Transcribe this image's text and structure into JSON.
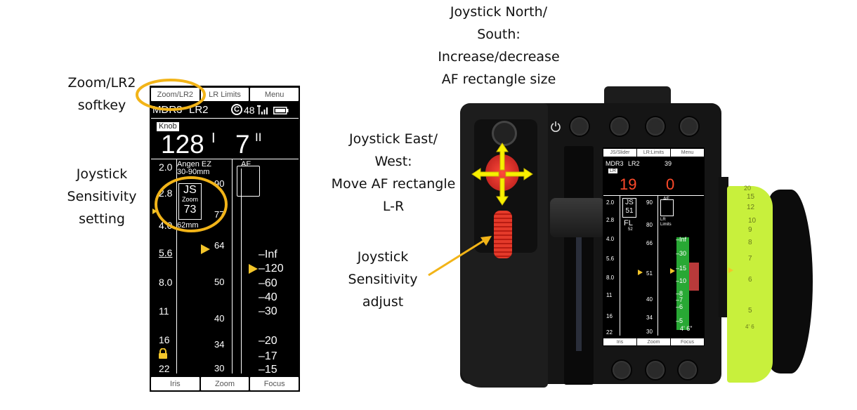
{
  "annotations": {
    "zoom_lr2": [
      "Zoom/LR2",
      "softkey"
    ],
    "sensitivity_setting": [
      "Joystick",
      "Sensitivity",
      "setting"
    ],
    "north_south": [
      "Joystick North/",
      "South:",
      "Increase/decrease",
      "AF rectangle size"
    ],
    "east_west": [
      "Joystick East/",
      "West:",
      "Move AF rectangle",
      "L-R"
    ],
    "sensitivity_adjust": [
      "Joystick",
      "Sensitivity",
      "adjust"
    ]
  },
  "colors": {
    "highlight": "#f2b418",
    "pointer_triangle": "#f3c52a",
    "distance_red": "#ff4a2a",
    "bar_green": "#28a834",
    "wheel_green": "#c8f03c"
  },
  "screen": {
    "softkeys_top": [
      "Zoom/LR2",
      "LR Limits",
      "Menu"
    ],
    "status": {
      "mode": "MDR3",
      "lr": "LR2",
      "channel_icon": "channel-icon",
      "channel": "48",
      "signal_icon": "signal-icon",
      "battery_icon": "battery-icon"
    },
    "knob_badge": "Knob",
    "distance": {
      "feet": "128",
      "feet_mark": "I",
      "inches": "7",
      "inches_mark": "II"
    },
    "lens": {
      "name": "Angen EZ",
      "range": "30-90mm",
      "current": "62mm"
    },
    "af_label": "AF",
    "js": {
      "label": "JS",
      "sub": "Zoom",
      "value": "73"
    },
    "iris_scale": [
      "2.0",
      "2.8",
      "4.0",
      "5.6",
      "8.0",
      "11",
      "16",
      "22"
    ],
    "zoom_scale": [
      "90",
      "77",
      "64",
      "50",
      "40",
      "34",
      "30"
    ],
    "focus_scale": [
      "–Inf",
      "–120",
      "–60",
      "–40",
      "–30",
      "–20",
      "–17",
      "–15"
    ],
    "lock_icon": "lock-icon",
    "softkeys_bottom": [
      "Iris",
      "Zoom",
      "Focus"
    ]
  },
  "device": {
    "power_icon": "power-icon",
    "screen": {
      "softkeys_top": [
        "JS/Slider",
        "LR:Limits",
        "Menu"
      ],
      "status": {
        "mode": "MDR3",
        "lr": "LR2",
        "channel": "39"
      },
      "lr_badge": "LR",
      "distance": {
        "feet": "19",
        "inches": "0"
      },
      "js": {
        "label": "JS",
        "value": "51"
      },
      "fl": {
        "label": "FL",
        "value": "52"
      },
      "af_label": "AF",
      "lr_limits_label": [
        "LR",
        "Limits"
      ],
      "iris_scale": [
        "2.0",
        "2.8",
        "4.0",
        "5.6",
        "8.0",
        "11",
        "16",
        "22"
      ],
      "zoom_scale": [
        "90",
        "80",
        "66",
        "51",
        "40",
        "34",
        "30"
      ],
      "focus_scale": [
        "–Inf",
        "–30",
        "–15",
        "–10",
        "–8",
        "–7",
        "–6",
        "–5"
      ],
      "focus_bottom": "4' 6\"",
      "softkeys_bottom": [
        "Iris",
        "Zoom",
        "Focus"
      ]
    },
    "focus_ring_marks": [
      "20",
      "15",
      "12",
      "10",
      "9",
      "8",
      "7",
      "6",
      "5",
      "4' 6"
    ]
  }
}
